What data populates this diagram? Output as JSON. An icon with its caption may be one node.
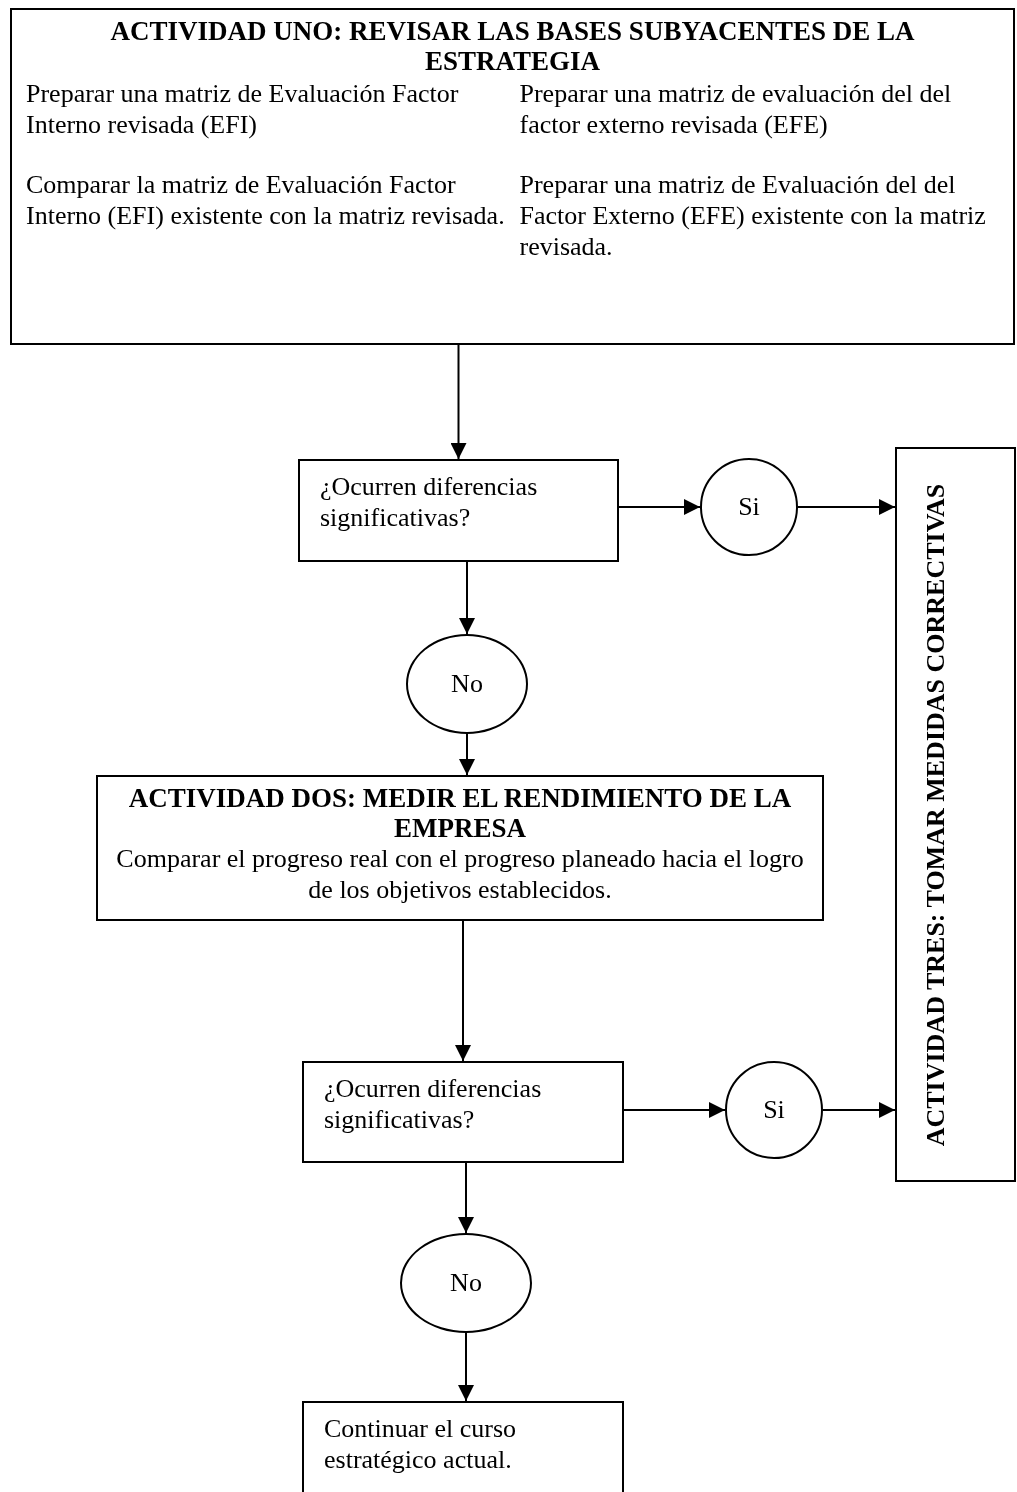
{
  "diagram": {
    "nodes": [
      {
        "text": [
          "ACTIVIDAD UNO: REVISAR LAS BASES SUBYACENTES DE LA ESTRATEGIA",
          "Preparar una matriz de Evaluación Factor Interno revisada (EFI)",
          "Preparar una matriz de evaluación del del factor externo revisada (EFE)",
          "Comparar la matriz de Evaluación Factor Interno (EFI) existente con la matriz revisada.",
          "Preparar una matriz de Evaluación del del Factor Externo (EFE) existente con la matriz revisada."
        ]
      },
      {
        "text": [
          "¿Ocurren diferencias significativas?"
        ]
      },
      {
        "text": [
          "Si"
        ]
      },
      {
        "text": [
          "ACTIVIDAD TRES: TOMAR MEDIDAS CORRECTIVAS"
        ]
      },
      {
        "text": [
          "No"
        ]
      },
      {
        "text": [
          "ACTIVIDAD DOS: MEDIR EL RENDIMIENTO DE LA EMPRESA",
          "Comparar el progreso real con el progreso planeado hacia el logro de los objetivos establecidos."
        ]
      },
      {
        "text": [
          "¿Ocurren diferencias significativas?"
        ]
      },
      {
        "text": [
          "Si"
        ]
      },
      {
        "text": [
          "No"
        ]
      },
      {
        "text": [
          "Continuar el curso estratégico actual."
        ]
      }
    ],
    "edges": [
      {
        "from": 0,
        "to": 1,
        "arrow": "to"
      },
      {
        "from": 1,
        "to": 2,
        "arrow": "to"
      },
      {
        "from": 2,
        "to": 3,
        "arrow": "to"
      },
      {
        "from": 1,
        "to": 4,
        "arrow": "to"
      },
      {
        "from": 4,
        "to": 5,
        "arrow": "to"
      },
      {
        "from": 5,
        "to": 6,
        "arrow": "to"
      },
      {
        "from": 6,
        "to": 7,
        "arrow": "to"
      },
      {
        "from": 7,
        "to": 3,
        "arrow": "to"
      },
      {
        "from": 6,
        "to": 8,
        "arrow": "to"
      },
      {
        "from": 8,
        "to": 9,
        "arrow": "to"
      }
    ]
  }
}
